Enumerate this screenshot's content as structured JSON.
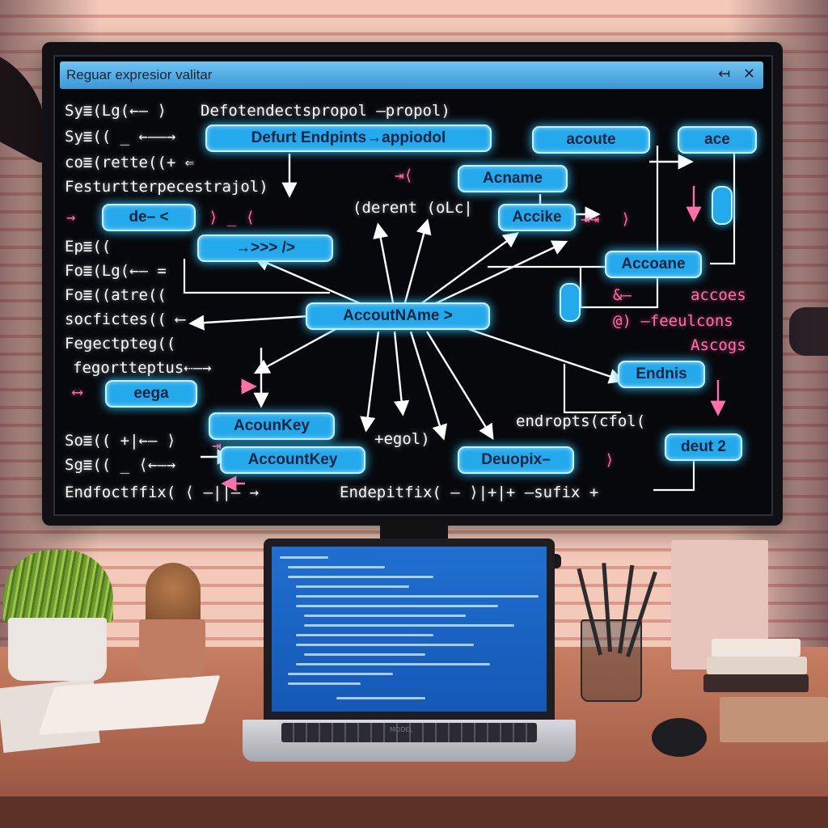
{
  "window": {
    "title": "Reguar expresior valitar",
    "minimize_glyph": "↤",
    "close_glyph": "✕"
  },
  "code_lines": {
    "l1_a": "Sy≣(Lg(←— ⟩",
    "l1_b": "Defotendectspropol –propol)",
    "l2": "Sy≣(( _ ←——→",
    "l3": "co≣(rette((+ ⇐",
    "l4": "Festurtterpecestrajol)",
    "l5": "→",
    "l6": "Ep≣((",
    "l7": "Fo≣(Lg(←— =",
    "l8": "Fo≣((atre((",
    "l9": "socfictes((  ⟵",
    "l10": "Fegectpteg((",
    "l11": "fegortteptus⇠—→",
    "l12": "⟷",
    "l13": "So≣(( +|←— ⟩",
    "l14": "Sg≣(( _ ⟨←—→",
    "l15_a": "Endfoctffix(  ⟨ —||— →",
    "l15_b": "Endepitfix(  – ⟩|+|+  –sufix +",
    "mid_a": "(derent (oLc|",
    "mid_b": "+egol)",
    "mid_c": "endropts(cfol(",
    "right_a": "&–",
    "right_b": "accoes",
    "right_c": "@) –feeulcons",
    "right_d": "Ascogs",
    "arrows_a": "⟩ _ ⟨",
    "arrows_b": "⇥⟨",
    "arrows_c": "⇥⇥",
    "arrows_d": "⟩",
    "arrows_e": "⟩",
    "arrows_f": "⇥"
  },
  "nodes": {
    "default_endpoints": "Defurt Endpints→appiodol",
    "acoute": "acoute",
    "ace": "ace",
    "acname": "Acname",
    "de": "de– <",
    "accike": "Accike",
    "arrows_box": "→>>> />",
    "accoane": "Accoane",
    "accountname": "AccoutNAme >",
    "endnis": "Endnis",
    "eega": "eega",
    "acounkey": "AcounKey",
    "accountkey": "AccountKey",
    "deuopix": "Deuopix–",
    "deut2": "deut 2"
  },
  "laptop": {
    "brand": "MODEL"
  },
  "colors": {
    "node_fill": "#23a9ec",
    "node_glow": "#37c4ff",
    "accent_pink": "#ff6fa8",
    "titlebar": "#3a98d6"
  }
}
